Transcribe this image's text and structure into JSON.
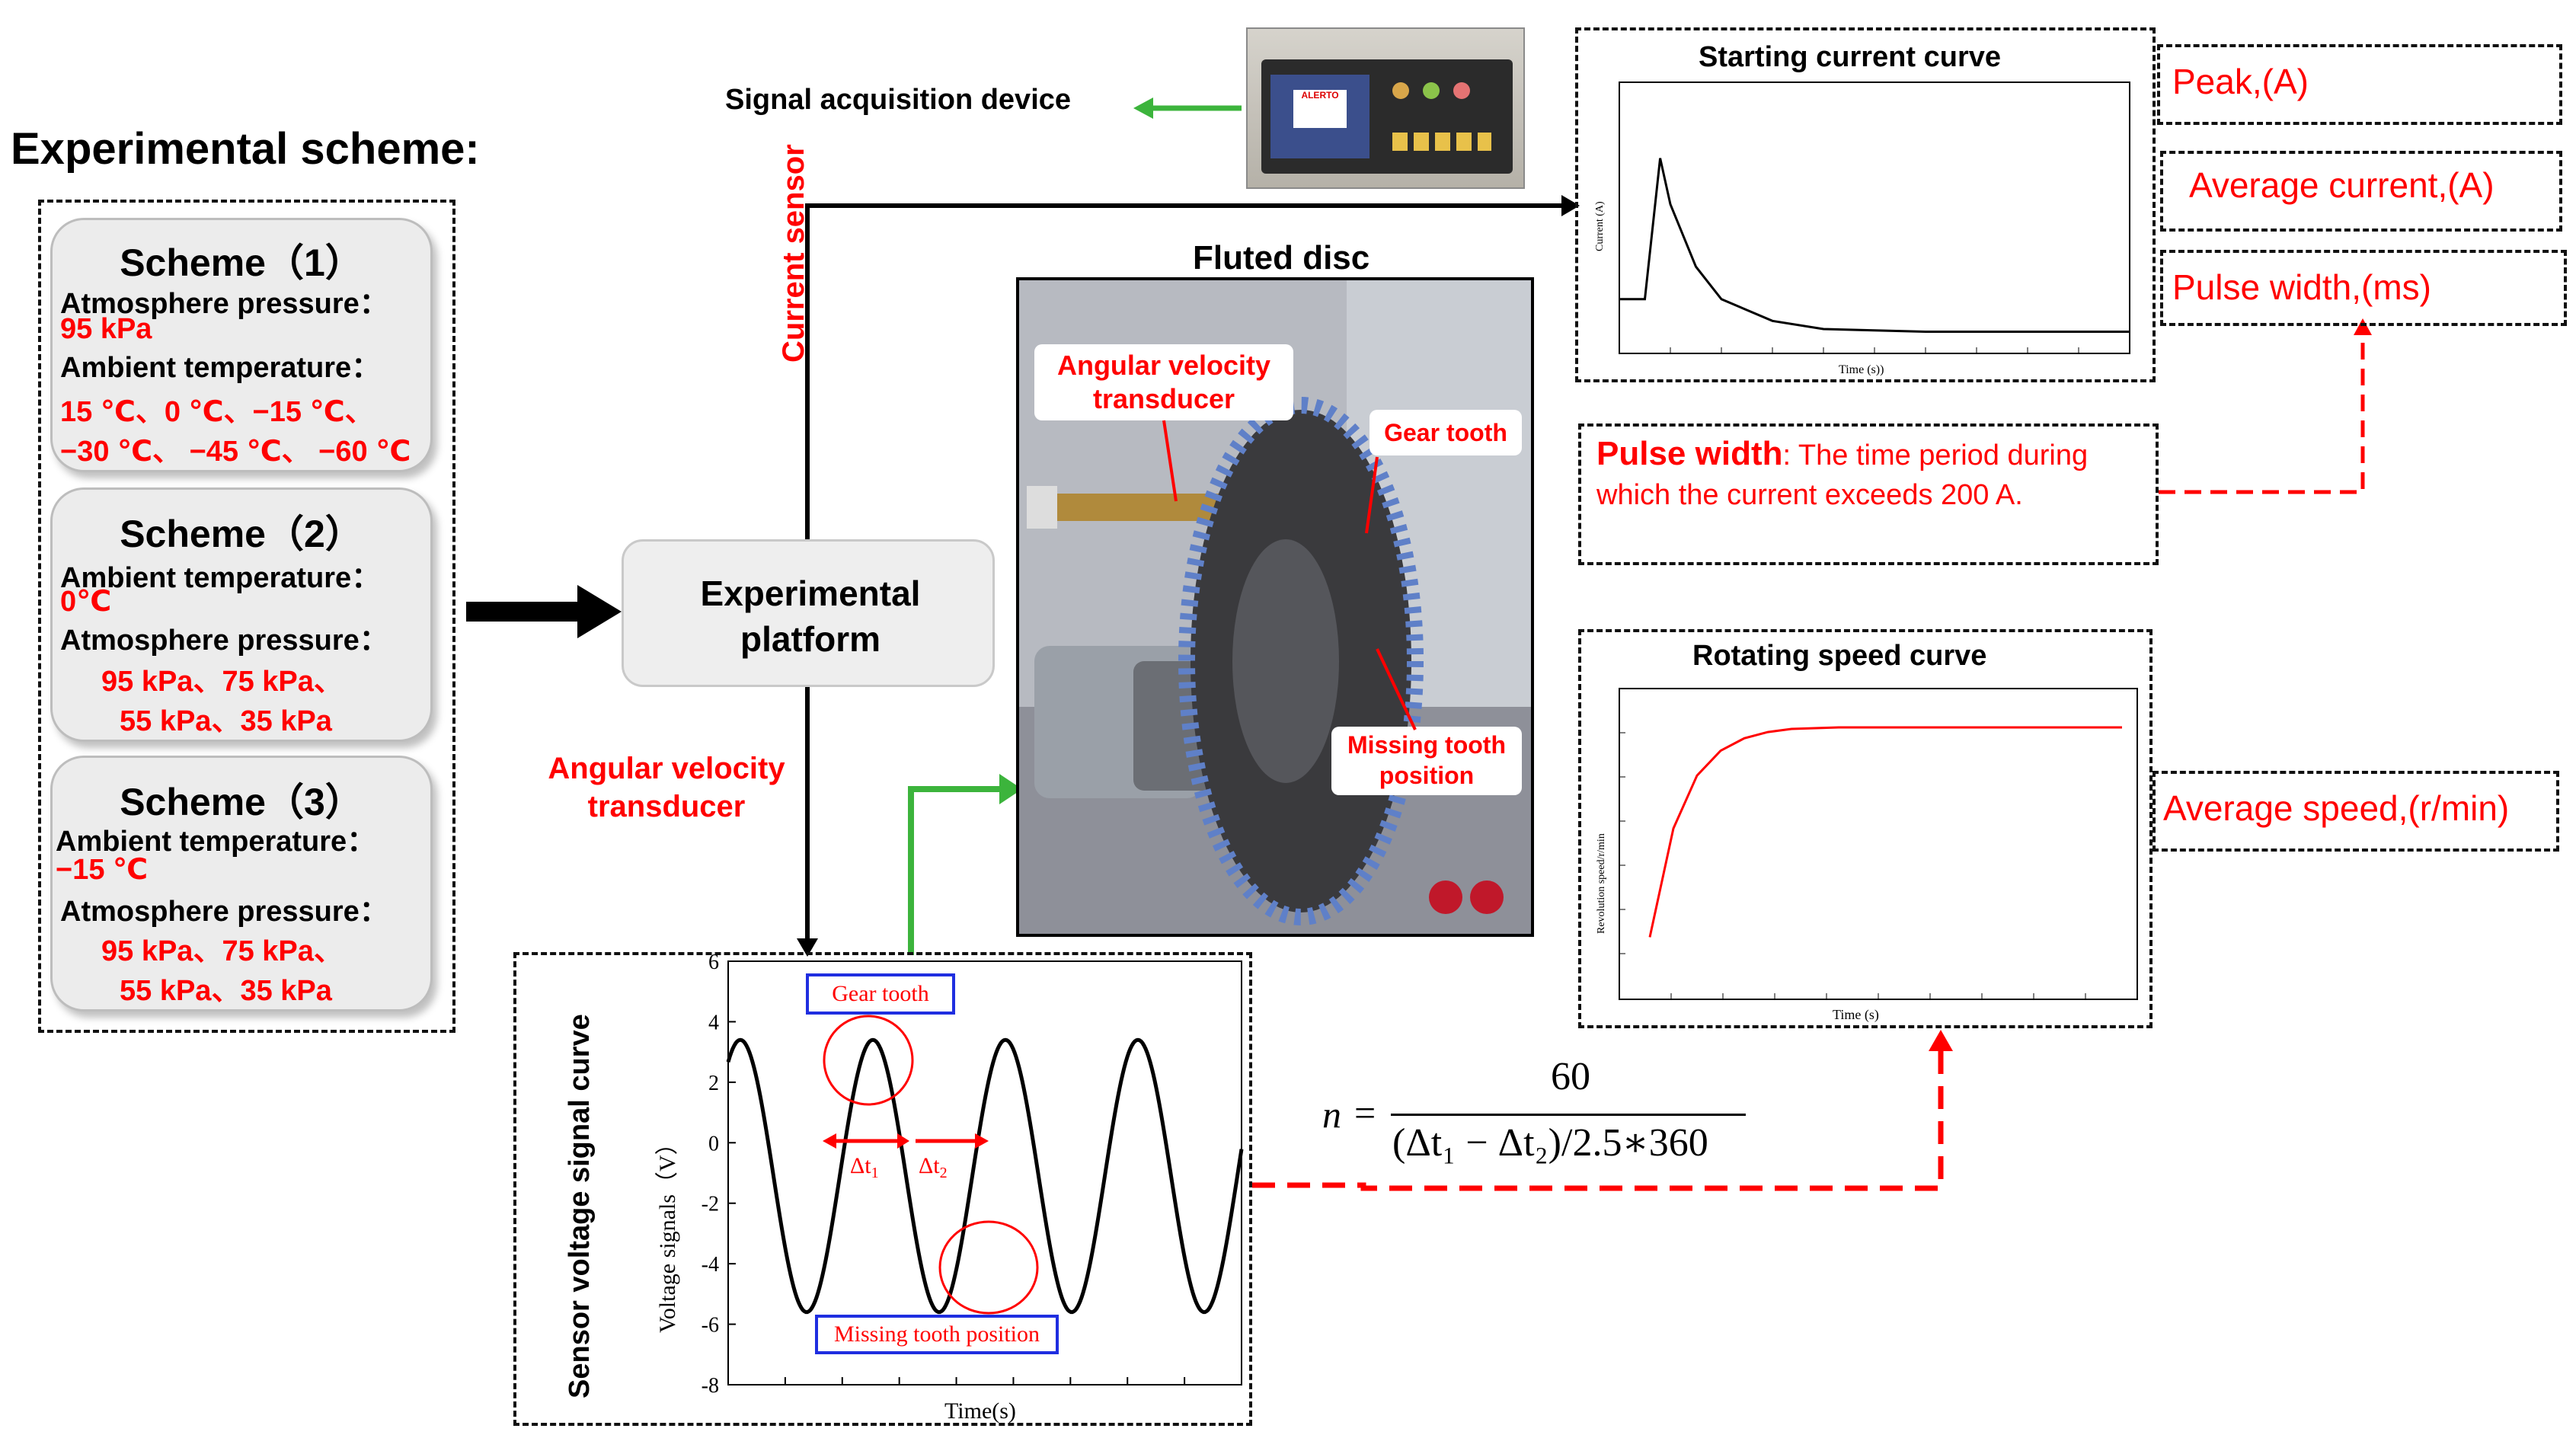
{
  "title": "Experimental scheme:",
  "schemes": [
    {
      "title": "Scheme（1）",
      "lines": [
        {
          "text": "Atmosphere pressure：",
          "red": false
        },
        {
          "text": "95 kPa",
          "red": true
        },
        {
          "text": "Ambient temperature：",
          "red": false
        },
        {
          "text": "15 ℃、0 ℃、−15 ℃、",
          "red": true
        },
        {
          "text": "−30 ℃、 −45 ℃、 −60 ℃",
          "red": true
        }
      ]
    },
    {
      "title": "Scheme（2）",
      "lines": [
        {
          "text": "Ambient temperature：",
          "red": false
        },
        {
          "text": "0℃",
          "red": true
        },
        {
          "text": "Atmosphere pressure：",
          "red": false
        },
        {
          "text": "95 kPa、75 kPa、",
          "red": true
        },
        {
          "text": "55 kPa、35 kPa",
          "red": true
        }
      ]
    },
    {
      "title": "Scheme（3）",
      "lines": [
        {
          "text": "Ambient temperature：",
          "red": false
        },
        {
          "text": "−15 ℃",
          "red": true
        },
        {
          "text": "Atmosphere pressure：",
          "red": false
        },
        {
          "text": "95 kPa、75 kPa、",
          "red": true
        },
        {
          "text": "55 kPa、35 kPa",
          "red": true
        }
      ]
    }
  ],
  "platform_label": "Experimental platform",
  "signal_device_label": "Signal acquisition device",
  "current_sensor_label": "Current sensor",
  "angular_transducer_label": "Angular velocity transducer",
  "fluted_disc": {
    "title": "Fluted disc",
    "callout_transducer": "Angular velocity transducer",
    "callout_gear": "Gear tooth",
    "callout_missing": "Missing tooth position"
  },
  "oscilloscope": {
    "brand": "ALERTO"
  },
  "starting_current": {
    "title": "Starting current curve",
    "ylabel": "Current (A)",
    "xlabel": "Time (s))"
  },
  "metric_boxes": {
    "peak": "Peak,(A)",
    "average_current": "Average current,(A)",
    "pulse_width": "Pulse width,(ms)",
    "average_speed": "Average speed,(r/min)"
  },
  "pulse_definition": {
    "term": "Pulse width",
    "text": ":  The time period during which the current exceeds 200 A."
  },
  "rotating_speed": {
    "title": "Rotating speed curve",
    "ylabel": "Revolution speed/r/min",
    "xlabel": "Time (s)"
  },
  "sensor_curve": {
    "title": "Sensor voltage signal curve",
    "ylabel": "Voltage signals（V）",
    "xlabel": "Time(s)",
    "label_gear": "Gear tooth",
    "label_missing": "Missing tooth position",
    "dt1": "Δt",
    "dt1_sub": "1",
    "dt2": "Δt",
    "dt2_sub": "2"
  },
  "formula": {
    "lhs": "n",
    "eq": "=",
    "numerator": "60",
    "denominator": "(Δt₁ − Δt₂)/2.5∗360"
  },
  "chart_data": [
    {
      "type": "line",
      "series": [
        {
          "x": [
            0,
            0.05,
            0.08,
            0.1,
            0.15,
            0.2,
            0.3,
            0.4,
            0.6,
            0.8,
            1.0
          ],
          "y": [
            0.2,
            0.2,
            0.72,
            0.55,
            0.32,
            0.2,
            0.12,
            0.09,
            0.08,
            0.08,
            0.08
          ]
        }
      ],
      "title": "Starting current curve",
      "xlabel": "Time (s))",
      "ylabel": "Current (A)",
      "grid": false
    },
    {
      "type": "line",
      "series": [
        {
          "x": [
            0,
            0.05,
            0.1,
            0.15,
            0.2,
            0.25,
            0.3,
            0.4,
            0.6,
            0.8,
            1.0
          ],
          "y": [
            0.2,
            0.55,
            0.72,
            0.8,
            0.84,
            0.86,
            0.87,
            0.875,
            0.875,
            0.875,
            0.875
          ]
        }
      ],
      "title": "Rotating speed curve",
      "xlabel": "Time (s)",
      "ylabel": "Revolution speed/r/min",
      "grid": false
    },
    {
      "type": "line",
      "series": [
        {
          "x": [
            0,
            1,
            2,
            3,
            4,
            5,
            6,
            7,
            8,
            9
          ],
          "y": [
            3.1,
            1.5,
            -5.7,
            -3.5,
            3.4,
            -5.6,
            1.2,
            3.4,
            -5.6,
            -3
          ]
        }
      ],
      "title": "Sensor voltage signal curve",
      "xlabel": "Time(s)",
      "ylabel": "Voltage signals（V）",
      "yticks": [
        6,
        4,
        2,
        0,
        -2,
        -4,
        -6,
        -8
      ],
      "ylim": [
        -8,
        6
      ],
      "grid": false
    }
  ]
}
